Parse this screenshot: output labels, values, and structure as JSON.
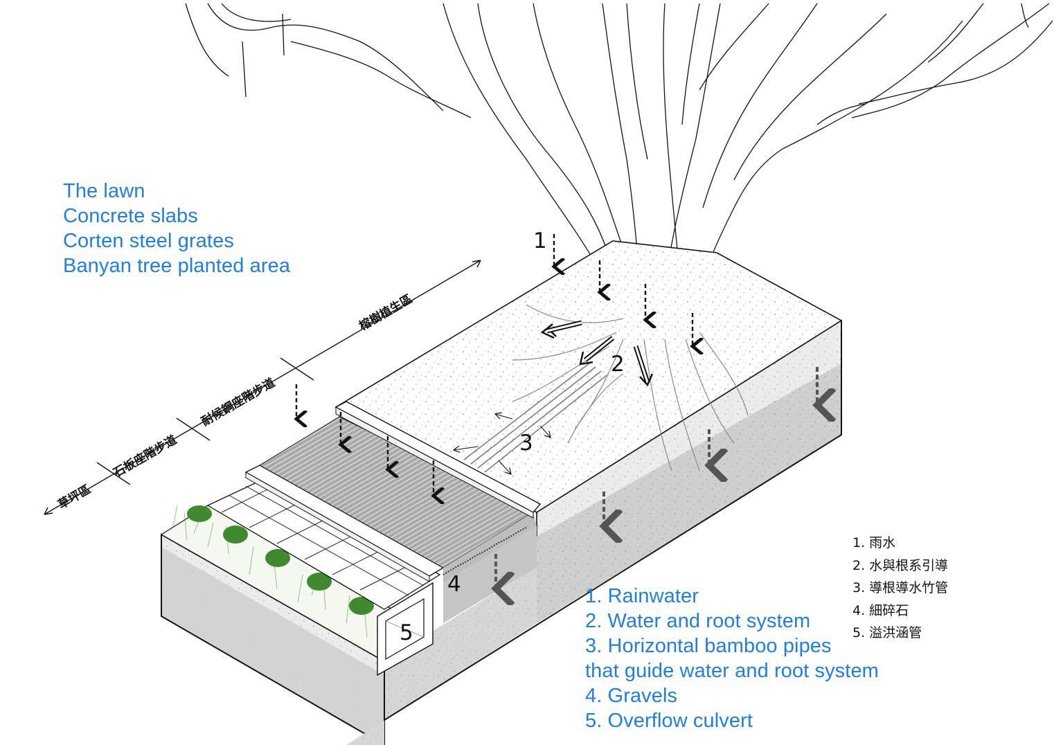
{
  "title": "Banyan tree planting section diagram",
  "zones_legend": {
    "items": [
      "The lawn",
      "Concrete slabs",
      "Corten steel grates",
      "Banyan tree planted area"
    ]
  },
  "dimension_zones": [
    {
      "label": "草坪區",
      "meaning": "The lawn"
    },
    {
      "label": "石板座階步道",
      "meaning": "Concrete slabs"
    },
    {
      "label": "耐候鋼座階步道",
      "meaning": "Corten steel grates"
    },
    {
      "label": "榕樹植生區",
      "meaning": "Banyan tree planted area"
    }
  ],
  "markers": [
    "1",
    "2",
    "3",
    "4",
    "5"
  ],
  "items_legend_en": {
    "lines": [
      "1. Rainwater",
      "2. Water and root system",
      "3. Horizontal bamboo pipes",
      "that guide water and root system",
      "4. Gravels",
      "5. Overflow culvert"
    ]
  },
  "items_legend_zh": {
    "lines": [
      "1. 雨水",
      "2. 水與根系引導",
      "3. 導根導水竹管",
      "4. 細碎石",
      "5. 溢洪涵管"
    ]
  },
  "colors": {
    "legend_blue": "#1f7fe0",
    "soil_light": "#ececec",
    "soil_dark": "#cfcfcf",
    "grate": "#a9a9a9",
    "grass": "#4f9a3c",
    "flow_arrow": "#555555"
  }
}
